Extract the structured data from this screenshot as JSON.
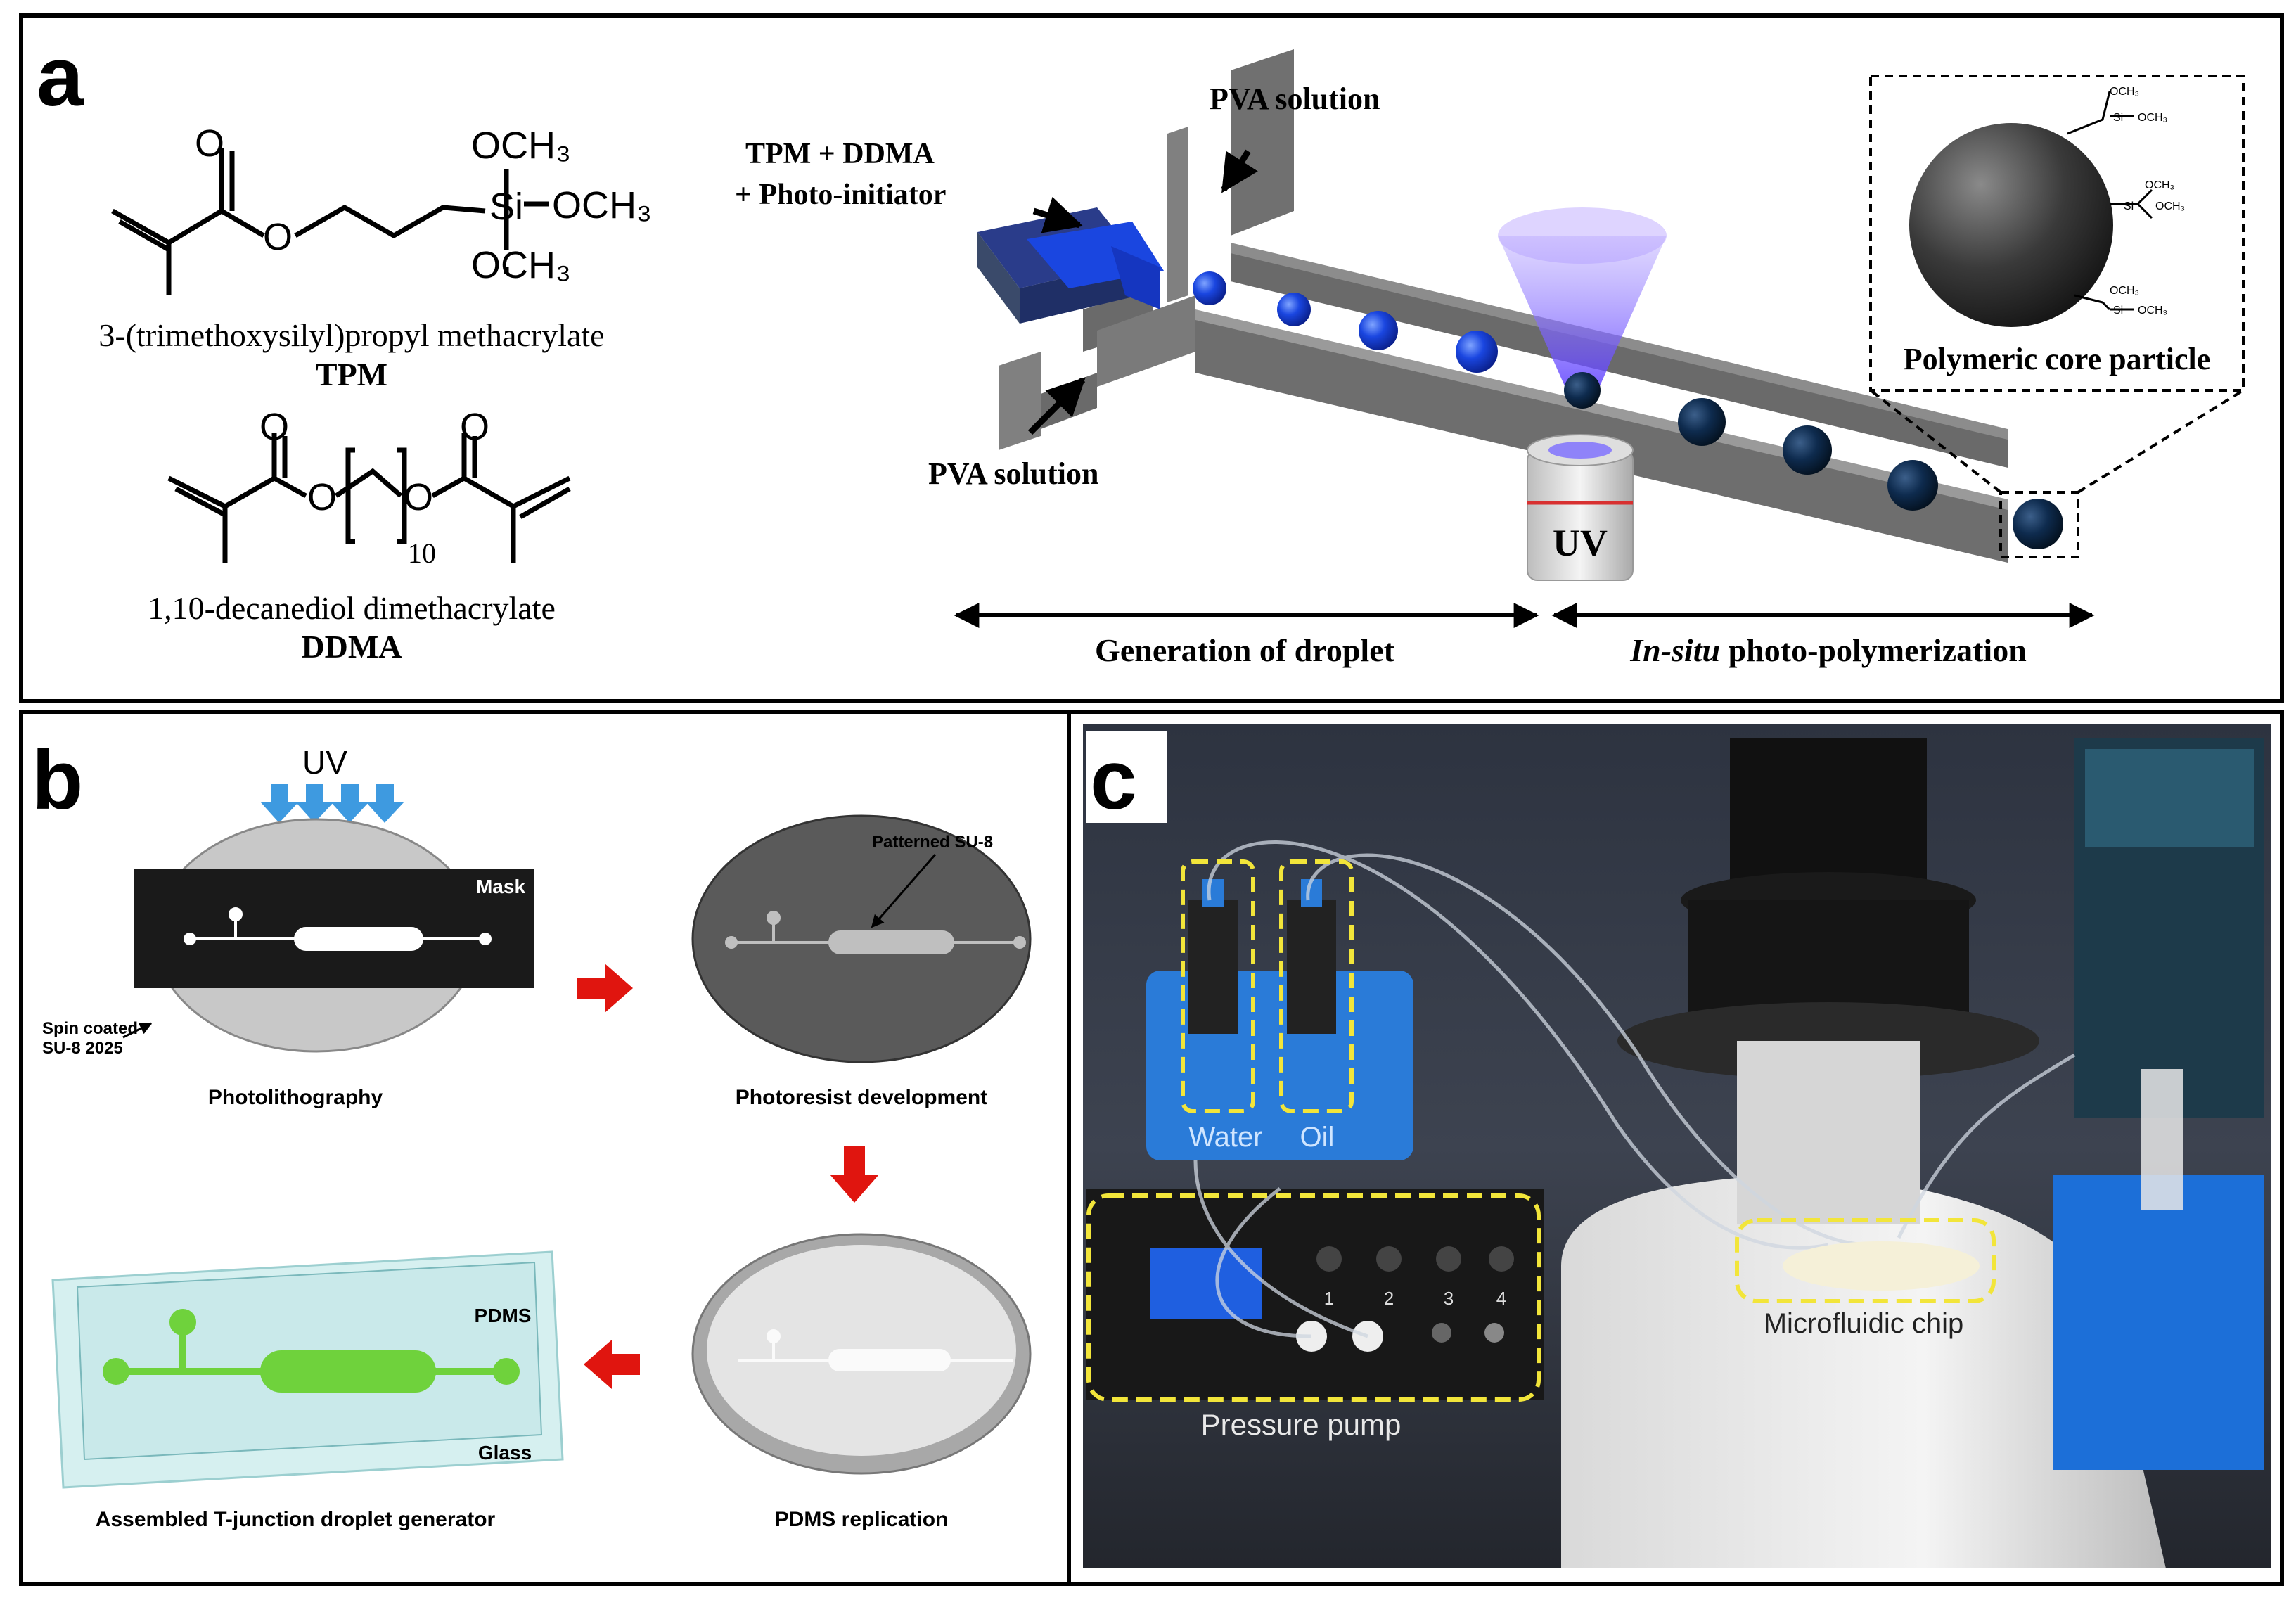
{
  "panel_a": {
    "label": "a",
    "tpm": {
      "name": "3-(trimethoxysilyl)propyl methacrylate",
      "abbr": "TPM",
      "o_carbonyl": "O",
      "o_ester": "O",
      "si": "Si",
      "och3_top": "OCH₃",
      "och3_right": "OCH₃",
      "och3_bottom": "OCH₃"
    },
    "ddma": {
      "name": "1,10-decanediol dimethacrylate",
      "abbr": "DDMA",
      "o_carbonyl_left": "O",
      "o_carbonyl_right": "O",
      "o_ester_left": "O",
      "o_ester_right": "O",
      "subscript": "10"
    },
    "inlet_label_line1": "TPM + DDMA",
    "inlet_label_line2": "+ Photo-initiator",
    "pva_top": "PVA solution",
    "pva_bottom": "PVA solution",
    "uv_label": "UV",
    "inset_label": "Polymeric core particle",
    "inset_groups": [
      "OCH₃",
      "Si",
      "OCH₃",
      "OCH₃",
      "Si",
      "OCH₃",
      "OCH₃",
      "Si",
      "OCH₃"
    ],
    "range_left": "Generation of droplet",
    "range_right_italic": "In-situ",
    "range_right_rest": " photo-polymerization"
  },
  "panel_b": {
    "label": "b",
    "uv": "UV",
    "mask": "Mask",
    "spin_line1": "Spin coated",
    "spin_line2": "SU-8 2025",
    "patterned": "Patterned SU-8",
    "step1": "Photolithography",
    "step2": "Photoresist development",
    "step3": "PDMS replication",
    "step4": "Assembled T-junction droplet generator",
    "pdms": "PDMS",
    "glass": "Glass"
  },
  "panel_c": {
    "label": "c",
    "water": "Water",
    "oil": "Oil",
    "pump": "Pressure pump",
    "chip": "Microfluidic chip",
    "channels": [
      "1",
      "2",
      "3",
      "4"
    ]
  },
  "colors": {
    "droplet_blue": "#1a46e0",
    "particle_navy": "#0e2b4e",
    "arrow_red": "#e0150f",
    "uv_arrow_blue": "#3e9ae0",
    "highlight_yellow": "#f2e53a",
    "pdms_green": "#6fd23c"
  }
}
